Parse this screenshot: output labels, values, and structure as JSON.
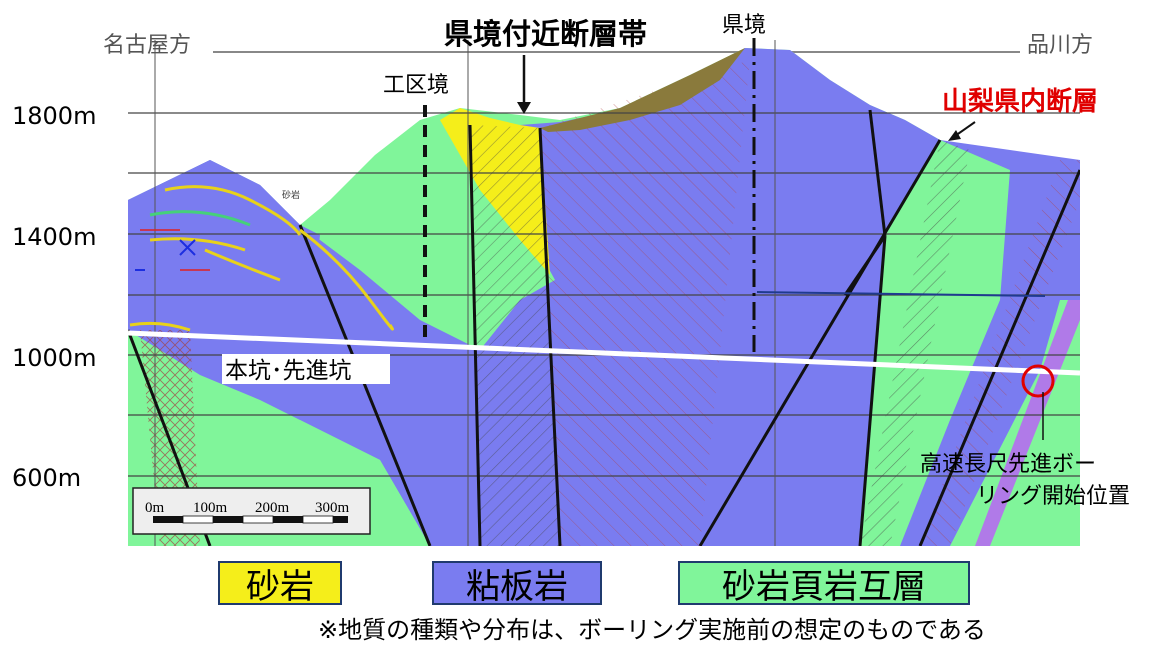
{
  "diagram": {
    "title": "県境付近断層帯",
    "left_direction": "名古屋方",
    "right_direction": "品川方",
    "prefecture_boundary": "県境",
    "work_section_boundary": "工区境",
    "yamanashi_fault": "山梨県内断層",
    "tunnel_label": "本坑･先進坑",
    "boring_label_line1": "高速長尺先進ボー",
    "boring_label_line2": "リング開始位置",
    "y_axis_labels": [
      "1800m",
      "1400m",
      "1000m",
      "600m"
    ],
    "scale_labels": [
      "0m",
      "100m",
      "200m",
      "300m"
    ],
    "small_label": "砂岩"
  },
  "legend": [
    {
      "label": "砂岩",
      "color": "#f5ee1a"
    },
    {
      "label": "粘板岩",
      "color": "#7a7cf0"
    },
    {
      "label": "砂岩頁岩互層",
      "color": "#80f59a"
    }
  ],
  "note": "※地質の種類や分布は、ボーリング実施前の想定のものである",
  "colors": {
    "sandstone": "#f5ee1a",
    "slate": "#7a7cf0",
    "alternation": "#80f59a",
    "surface_soil": "#8a7a3c",
    "tunnel": "#ffffff",
    "highlight": "#e00000"
  }
}
